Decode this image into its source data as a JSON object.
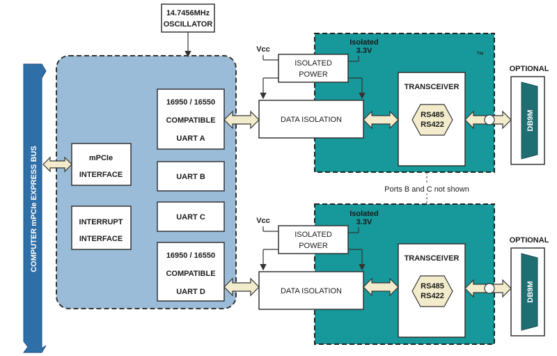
{
  "colors": {
    "main_block": "#9bbcd8",
    "isolated_block": "#17989a",
    "bus": "#2f6fa8",
    "db9": "#1f6e72",
    "arrow_fill": "#f3eccc",
    "transceiver_arrow": "#f3eccc"
  },
  "bus_label": "COMPUTER  mPCIe EXPRESS BUS",
  "oscillator": {
    "line1": "14.7456MHz",
    "line2": "OSCILLATOR"
  },
  "mpcie": {
    "line1": "mPCIe",
    "line2": "INTERFACE"
  },
  "interrupt": {
    "line1": "INTERRUPT",
    "line2": "INTERFACE"
  },
  "uart_a": {
    "line1": "16950 / 16550",
    "line2": "COMPATIBLE",
    "line3": "UART A"
  },
  "uart_b": "UART B",
  "uart_c": "UART C",
  "uart_d": {
    "line1": "16950 / 16550",
    "line2": "COMPATIBLE",
    "line3": "UART D"
  },
  "channel_top": {
    "vcc": "Vcc",
    "isolated_label": "Isolated",
    "isolated_voltage": "3.3V",
    "power_line1": "ISOLATED",
    "power_line2": "POWER",
    "data_isolation": "DATA ISOLATION",
    "transceiver": "TRANSCEIVER",
    "rs485": "RS485",
    "rs422": "RS422",
    "optional": "OPTIONAL",
    "db9": "DB9M",
    "tm": "™"
  },
  "channel_bottom": {
    "vcc": "Vcc",
    "isolated_label": "Isolated",
    "isolated_voltage": "3.3V",
    "power_line1": "ISOLATED",
    "power_line2": "POWER",
    "data_isolation": "DATA ISOLATION",
    "transceiver": "TRANSCEIVER",
    "rs485": "RS485",
    "rs422": "RS422",
    "optional": "OPTIONAL",
    "db9": "DB9M"
  },
  "ports_note": "Ports B and C not shown"
}
